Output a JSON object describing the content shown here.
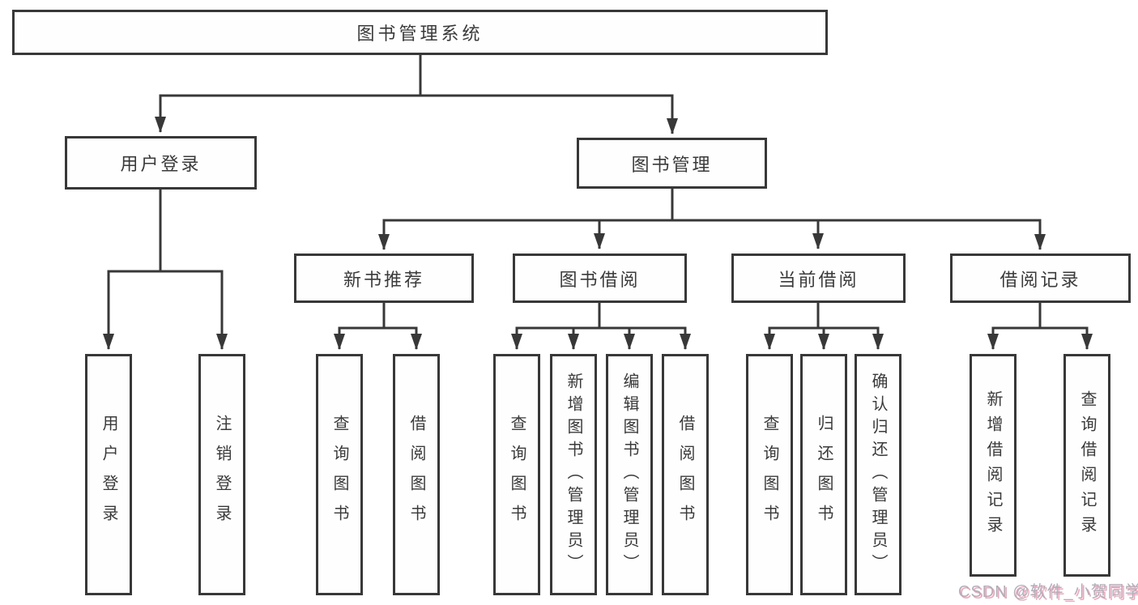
{
  "diagram": {
    "root": {
      "label": "图书管理系统"
    },
    "branches": [
      {
        "label": "用户登录",
        "children": [
          {
            "label": "用户登录"
          },
          {
            "label": "注销登录"
          }
        ]
      },
      {
        "label": "图书管理",
        "children": [
          {
            "label": "新书推荐",
            "children": [
              {
                "label": "查询图书"
              },
              {
                "label": "借阅图书"
              }
            ]
          },
          {
            "label": "图书借阅",
            "children": [
              {
                "label": "查询图书"
              },
              {
                "label": "新增图书（管理员）"
              },
              {
                "label": "编辑图书（管理员）"
              },
              {
                "label": "借阅图书"
              }
            ]
          },
          {
            "label": "当前借阅",
            "children": [
              {
                "label": "查询图书"
              },
              {
                "label": "归还图书"
              },
              {
                "label": "确认归还（管理员）"
              }
            ]
          },
          {
            "label": "借阅记录",
            "children": [
              {
                "label": "新增借阅记录"
              },
              {
                "label": "查询借阅记录"
              }
            ]
          }
        ]
      }
    ]
  },
  "watermark": {
    "text": "CSDN @软件_小贺同学"
  },
  "colors": {
    "line": "#383838",
    "box_border": "#383838",
    "label_text": "#3a3a3a",
    "background": "#ffffff",
    "watermark_gray": "#abb1ba",
    "watermark_pink": "#ec7496"
  }
}
